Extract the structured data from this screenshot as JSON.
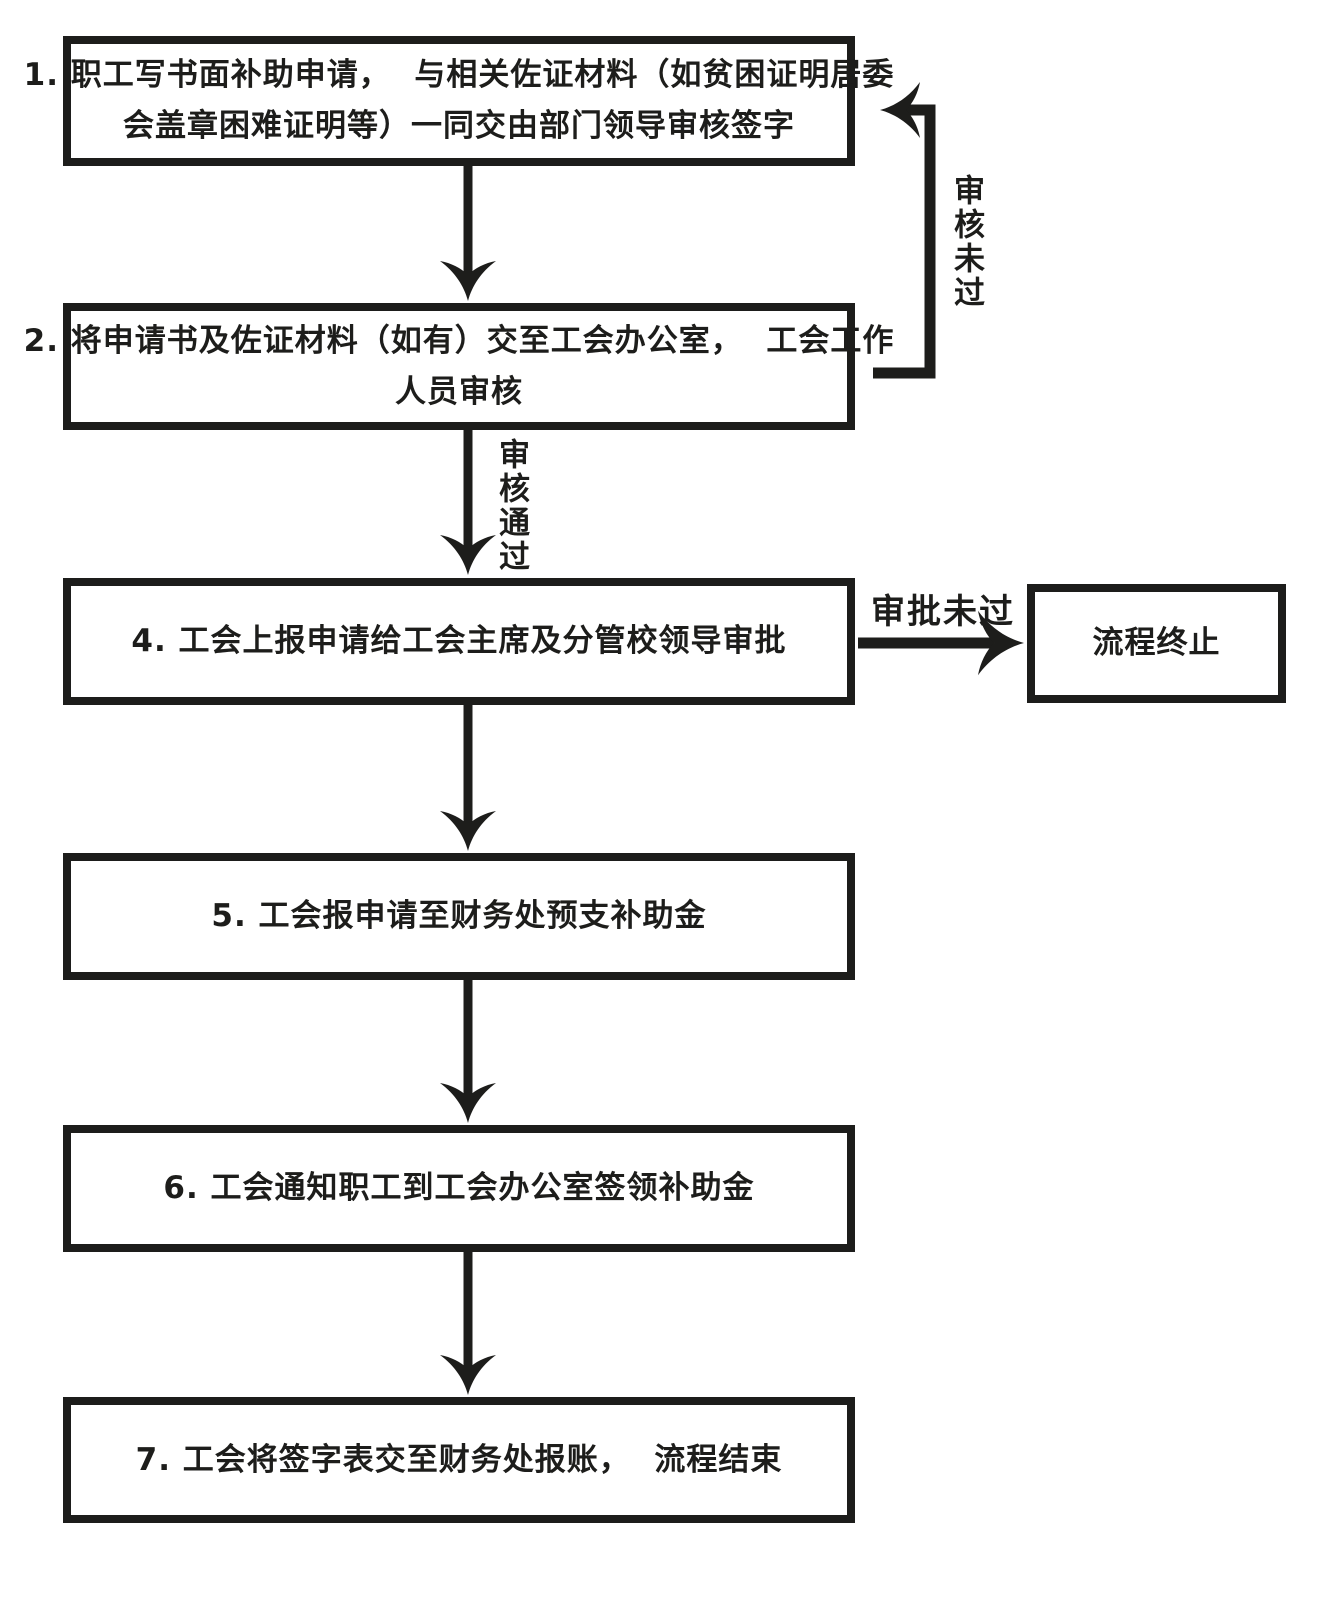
{
  "diagram": {
    "type": "flowchart",
    "steps": [
      {
        "id": "step-1",
        "lines": [
          "1. 职工写书面补助申请，  与相关佐证材料（如贫困证明居委",
          "会盖章困难证明等）一同交由部门领导审核签字"
        ]
      },
      {
        "id": "step-2",
        "lines": [
          "2. 将申请书及佐证材料（如有）交至工会办公室，  工会工作",
          "人员审核"
        ]
      },
      {
        "id": "step-4",
        "lines": [
          "4. 工会上报申请给工会主席及分管校领导审批"
        ]
      },
      {
        "id": "step-5",
        "lines": [
          "5. 工会报申请至财务处预支补助金"
        ]
      },
      {
        "id": "step-6",
        "lines": [
          "6. 工会通知职工到工会办公室签领补助金"
        ]
      },
      {
        "id": "step-7",
        "lines": [
          "7. 工会将签字表交至财务处报账，  流程结束"
        ]
      }
    ],
    "terminate_label": "流程终止",
    "edge_labels": {
      "review_failed": "审核未过",
      "review_passed": "审核通过",
      "approval_failed": "审批未过"
    },
    "colors": {
      "ink": "#1d1d1b",
      "background": "#ffffff"
    }
  }
}
